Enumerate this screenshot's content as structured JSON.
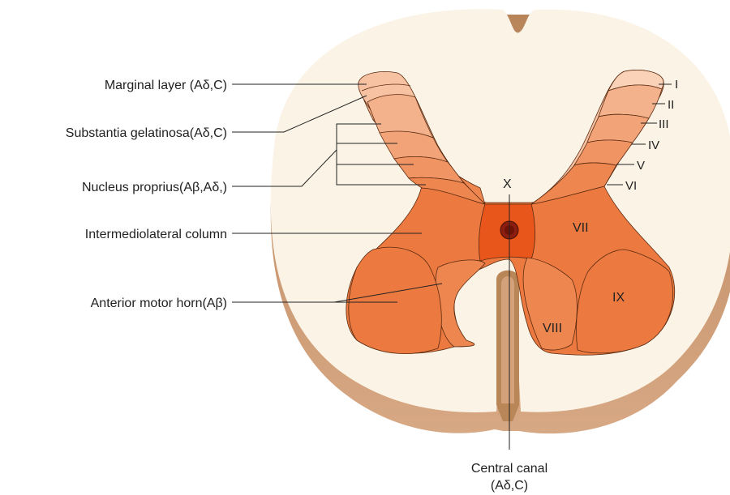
{
  "left_labels": [
    "Marginal layer (Aδ,C)",
    "Substantia gelatinosa(Aδ,C)",
    "Nucleus proprius(Aβ,Aδ,)",
    "Intermediolateral column",
    "Anterior motor horn(Aβ)"
  ],
  "laminae": {
    "i": "I",
    "ii": "II",
    "iii": "III",
    "iv": "IV",
    "v": "V",
    "vi": "VI",
    "vii": "VII",
    "viii": "VIII",
    "ix": "IX",
    "x": "X"
  },
  "central_canal": {
    "line1": "Central canal",
    "line2": "(Aδ,C)"
  },
  "colors": {
    "white_matter": "#fbf4e6",
    "cord_rim": "#c49064",
    "lamina_1": "#f9d2b8",
    "lamina_2": "#f6c2a2",
    "lamina_3": "#f4b28c",
    "lamina_4": "#f2a478",
    "lamina_5": "#f09464",
    "lamina_6": "#ee8650",
    "lamina_7": "#ec7a40",
    "lamina_10": "#e8561c",
    "canal": "#8a1e10"
  }
}
